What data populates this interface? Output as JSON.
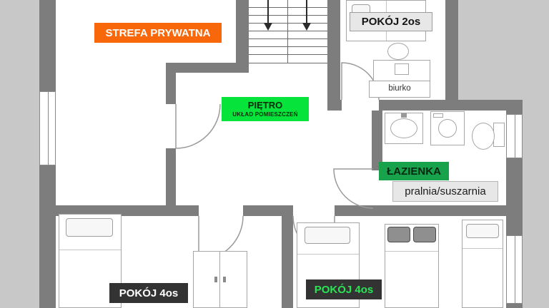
{
  "plan": {
    "badge": {
      "line1": "PIĘTRO",
      "line2": "UKŁAD POMIESZCZEŃ"
    },
    "labels": {
      "strefa_prywatna": {
        "text": "STREFA PRYWATNA"
      },
      "pokoj_2os": {
        "text": "POKÓJ 2os"
      },
      "lazienka": {
        "text": "ŁAZIENKA"
      },
      "pralnia_suszarnia": {
        "text": "pralnia/suszarnia"
      },
      "pokoj_4os_left": {
        "text": "POKÓJ 4os"
      },
      "pokoj_4os_right": {
        "text": "POKÓJ 4os"
      },
      "biurko": {
        "text": "biurko"
      }
    },
    "colors": {
      "outside": "#c8c8c8",
      "wall": "#7d7d7d",
      "floor": "#ffffff",
      "accent_orange": "#f8680b",
      "accent_green_bright": "#06e43c",
      "accent_green_dark": "#17a24b",
      "label_gray_bg": "#e7e7e7",
      "label_dark_bg": "#333333",
      "pokoj_4os_right_text": "#2ae455"
    }
  }
}
